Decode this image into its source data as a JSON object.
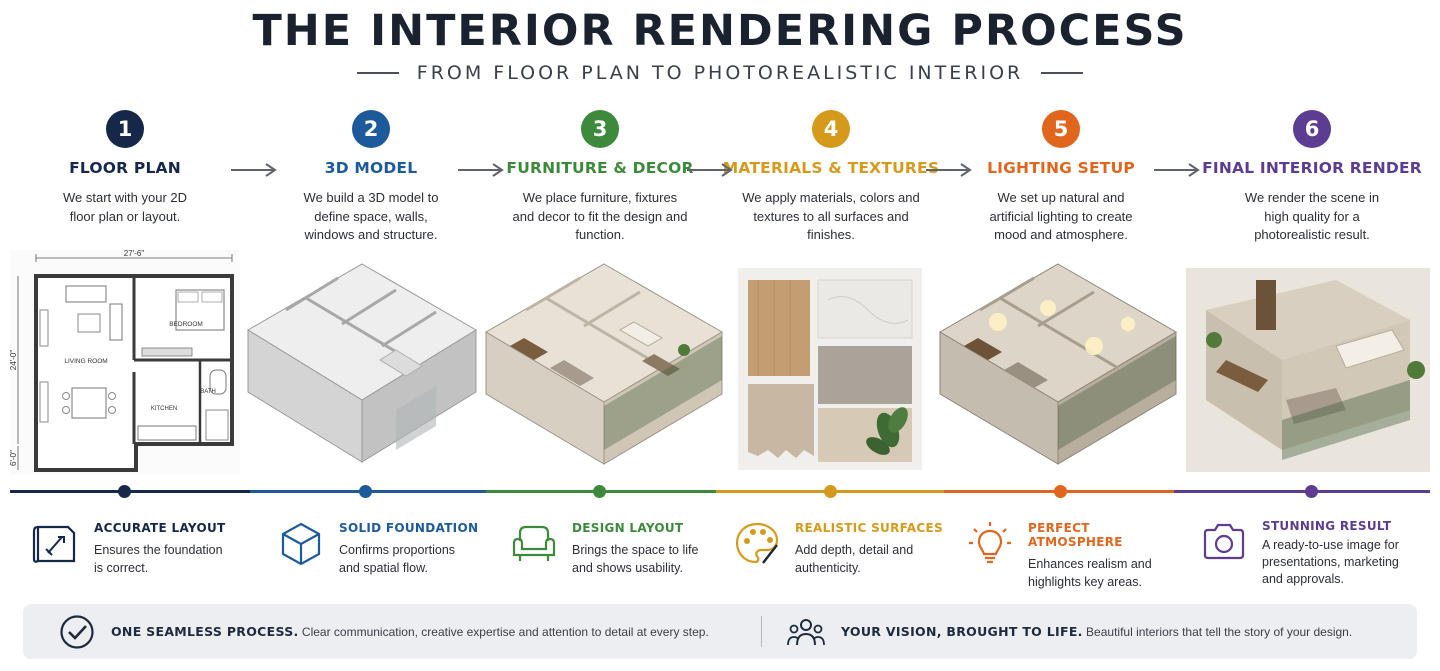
{
  "header": {
    "title": "THE INTERIOR RENDERING PROCESS",
    "subtitle": "FROM FLOOR PLAN TO PHOTOREALISTIC INTERIOR"
  },
  "floorplan_labels": {
    "width_dim": "27'-6\"",
    "height_dim": "24'-0\"",
    "offset_dim": "6'-0\"",
    "bedroom": "BEDROOM",
    "living_room": "LIVING ROOM",
    "bath": "BATH",
    "kitchen": "KITCHEN"
  },
  "steps": [
    {
      "num": "1",
      "name": "FLOOR PLAN",
      "desc": "We start with your 2D floor plan or layout.",
      "color": "#16284a"
    },
    {
      "num": "2",
      "name": "3D MODEL",
      "desc": "We build a 3D model to define space, walls, windows and structure.",
      "color": "#1d5a9b"
    },
    {
      "num": "3",
      "name": "FURNITURE & DECOR",
      "desc": "We place furniture, fixtures and decor to fit the design and function.",
      "color": "#3d8a3c"
    },
    {
      "num": "4",
      "name": "MATERIALS & TEXTURES",
      "desc": "We apply materials, colors and textures to all surfaces and finishes.",
      "color": "#d59a1c"
    },
    {
      "num": "5",
      "name": "LIGHTING SETUP",
      "desc": "We set up natural and artificial lighting to create mood and atmosphere.",
      "color": "#e0661d"
    },
    {
      "num": "6",
      "name": "FINAL INTERIOR RENDER",
      "desc": "We render the scene in high quality for a photorealistic result.",
      "color": "#5c3d91"
    }
  ],
  "benefits": [
    {
      "title": "ACCURATE LAYOUT",
      "text": "Ensures the foundation is correct.",
      "icon": "blueprint-icon",
      "color": "#16284a"
    },
    {
      "title": "SOLID FOUNDATION",
      "text": "Confirms proportions and spatial flow.",
      "icon": "cube-icon",
      "color": "#1d5a9b"
    },
    {
      "title": "DESIGN LAYOUT",
      "text": "Brings the space to life and shows usability.",
      "icon": "armchair-icon",
      "color": "#3d8a3c"
    },
    {
      "title": "REALISTIC SURFACES",
      "text": "Add depth, detail and authenticity.",
      "icon": "palette-icon",
      "color": "#d59a1c"
    },
    {
      "title": "PERFECT ATMOSPHERE",
      "text": "Enhances realism and highlights key areas.",
      "icon": "lightbulb-icon",
      "color": "#e0661d"
    },
    {
      "title": "STUNNING RESULT",
      "text": "A ready-to-use image for presentations, marketing and approvals.",
      "icon": "camera-icon",
      "color": "#5c3d91"
    }
  ],
  "footer": {
    "left_bold": "ONE SEAMLESS PROCESS.",
    "left_text": "Clear communication, creative expertise and attention to detail at every step.",
    "right_bold": "YOUR VISION, BROUGHT TO LIFE.",
    "right_text": "Beautiful interiors that tell the story of your design.",
    "left_icon": "check-circle-icon",
    "right_icon": "people-icon"
  }
}
